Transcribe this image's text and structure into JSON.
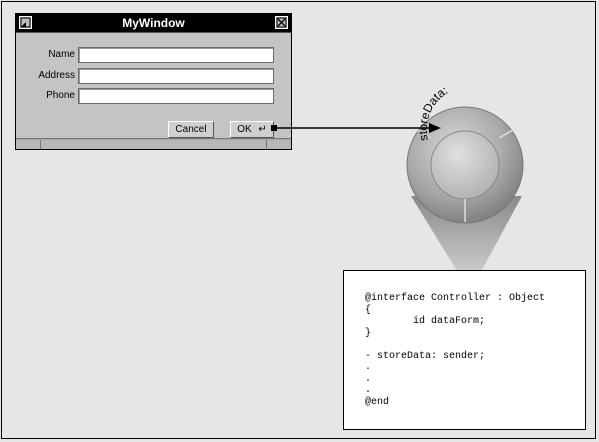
{
  "window": {
    "title": "MyWindow",
    "fields": [
      {
        "label": "Name",
        "value": ""
      },
      {
        "label": "Address",
        "value": ""
      },
      {
        "label": "Phone",
        "value": ""
      }
    ],
    "buttons": {
      "cancel": "Cancel",
      "ok": "OK",
      "ok_glyph": "↵"
    }
  },
  "connection": {
    "action": "storeData:"
  },
  "code": {
    "lines": [
      "@interface Controller : Object",
      "{",
      "        id dataForm;",
      "}",
      "",
      "- storeData: sender;",
      ".",
      ".",
      ".",
      "@end"
    ]
  },
  "colors": {
    "background": "#e6e6e6",
    "titlebar": "#000000",
    "window": "#c4c4c4",
    "dial": "#a0a0a0"
  }
}
